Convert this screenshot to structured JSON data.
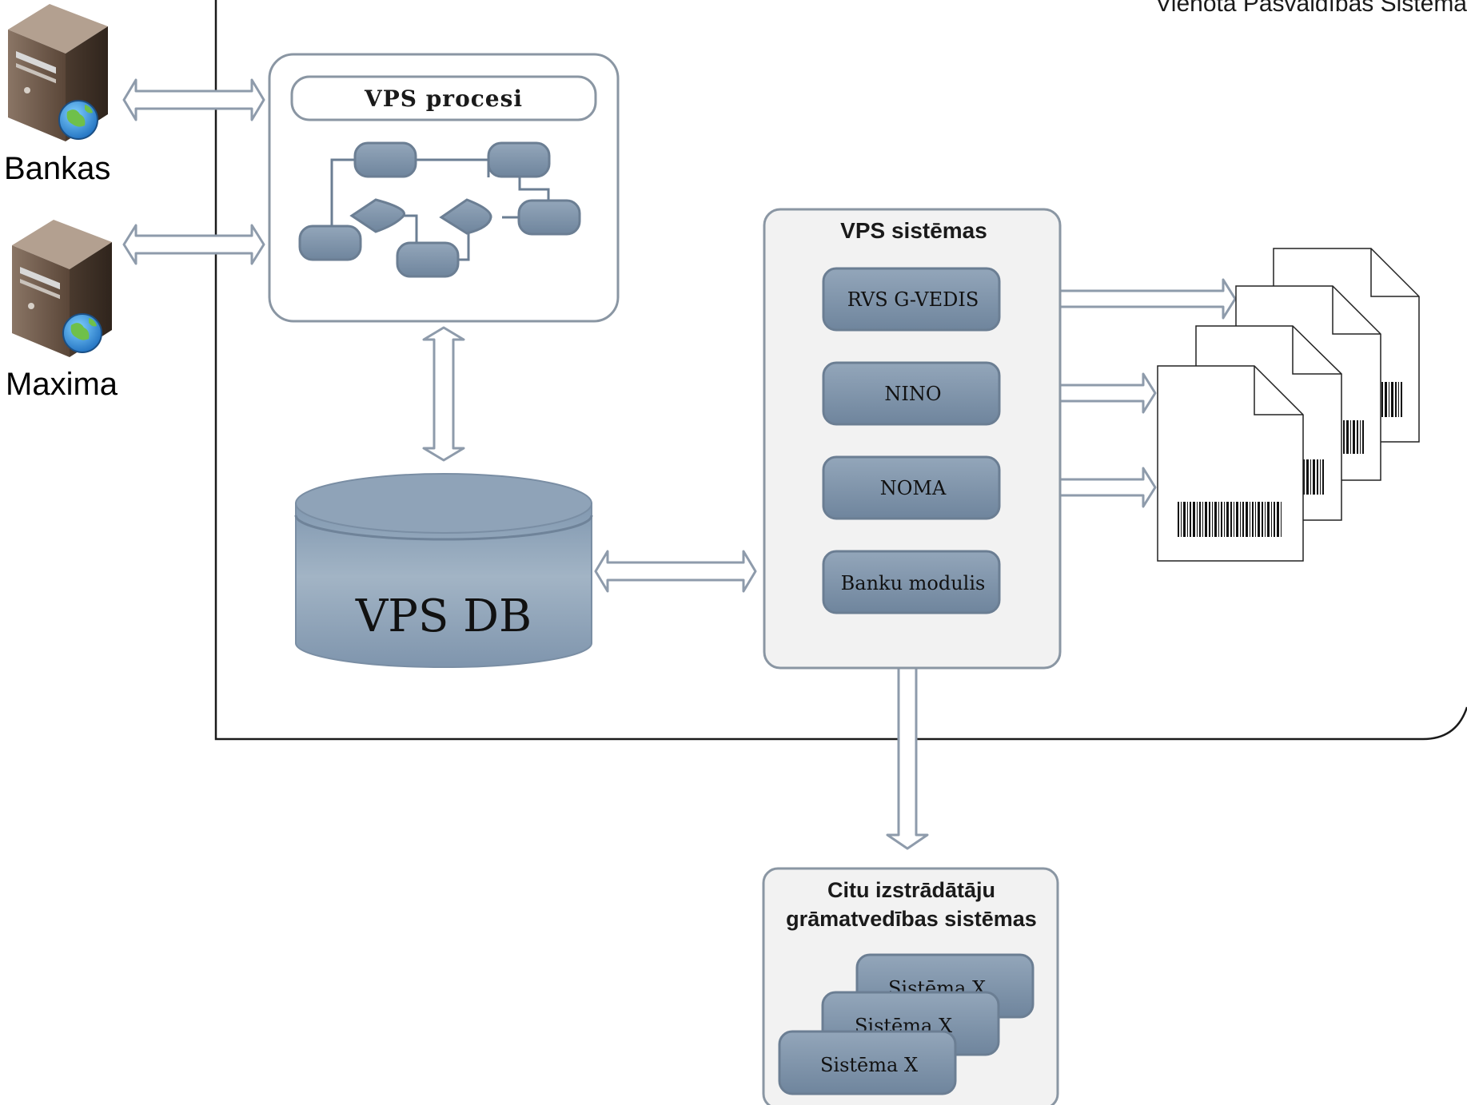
{
  "container": {
    "title": "Vienota Pašvaldības Sistēma"
  },
  "external": {
    "bankas": {
      "label": "Bankas",
      "icon": "server-globe-icon"
    },
    "maxima": {
      "label": "Maxima",
      "icon": "server-globe-icon"
    }
  },
  "processes": {
    "title": "VPS procesi",
    "icon": "process-flowchart-icon"
  },
  "database": {
    "label": "VPS DB",
    "icon": "database-cylinder-icon"
  },
  "systems": {
    "title": "VPS sistēmas",
    "items": [
      "RVS G-VEDIS",
      "NINO",
      "NOMA",
      "Banku modulis"
    ]
  },
  "documents": {
    "icon": "barcode-document-icon"
  },
  "other_systems": {
    "title_line1": "Citu izstrādātāju",
    "title_line2": "grāmatvedības sistēmas",
    "items": [
      "Sistēma X",
      "Sistēma X",
      "Sistēma X"
    ]
  },
  "colors": {
    "box_fill": "#7a90a8",
    "box_stroke": "#6b7e93",
    "panel_fill": "#f2f2f2",
    "panel_stroke": "#8a96a3",
    "arrow_stroke": "#8e9bab",
    "db_side": "#91a5b8"
  }
}
